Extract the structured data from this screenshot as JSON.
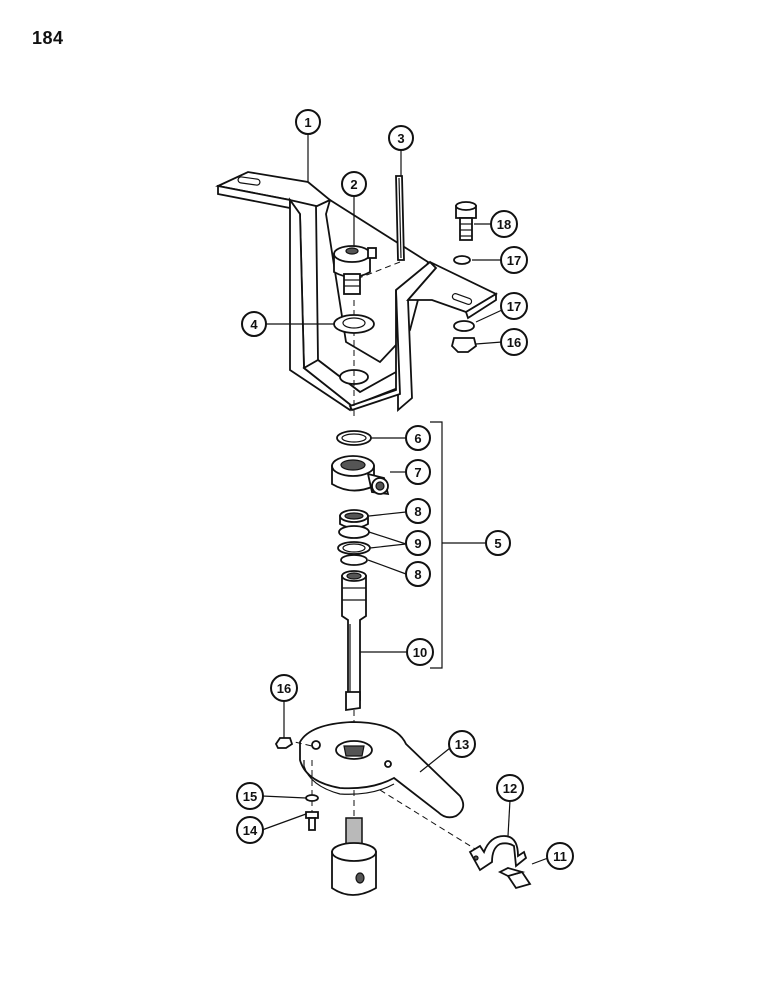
{
  "page": {
    "number": "184"
  },
  "callouts": [
    {
      "id": "c1",
      "label": "1"
    },
    {
      "id": "c2",
      "label": "2"
    },
    {
      "id": "c3",
      "label": "3"
    },
    {
      "id": "c4",
      "label": "4"
    },
    {
      "id": "c5",
      "label": "5"
    },
    {
      "id": "c6",
      "label": "6"
    },
    {
      "id": "c7",
      "label": "7"
    },
    {
      "id": "c8a",
      "label": "8"
    },
    {
      "id": "c8b",
      "label": "8"
    },
    {
      "id": "c9",
      "label": "9"
    },
    {
      "id": "c10",
      "label": "10"
    },
    {
      "id": "c11",
      "label": "11"
    },
    {
      "id": "c12",
      "label": "12"
    },
    {
      "id": "c13",
      "label": "13"
    },
    {
      "id": "c14",
      "label": "14"
    },
    {
      "id": "c15",
      "label": "15"
    },
    {
      "id": "c16a",
      "label": "16"
    },
    {
      "id": "c16b",
      "label": "16"
    },
    {
      "id": "c17a",
      "label": "17"
    },
    {
      "id": "c17b",
      "label": "17"
    },
    {
      "id": "c18",
      "label": "18"
    }
  ]
}
